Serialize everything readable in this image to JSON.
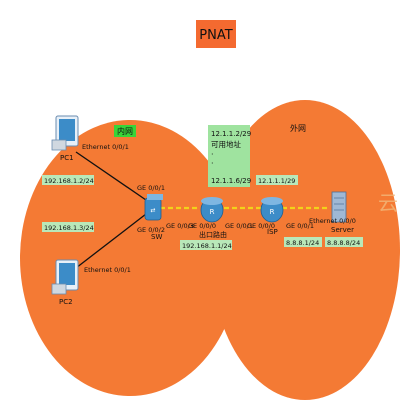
{
  "title": "PNAT",
  "zones": {
    "inner": "内网",
    "outer": "外网"
  },
  "devices": {
    "pc1": "PC1",
    "pc2": "PC2",
    "switch": "SW",
    "egress_router": "出口路由",
    "isp": "ISP",
    "server": "Server"
  },
  "interfaces": {
    "pc1_eth": "Ethernet 0/0/1",
    "pc2_eth": "Ethernet 0/0/1",
    "sw_ge001": "GE 0/0/1",
    "sw_ge002": "GE 0/0/2",
    "sw_ge003": "GE 0/0/3",
    "r_ge000": "GE 0/0/0",
    "r_ge001": "GE 0/0/1",
    "isp_ge000": "GE 0/0/0",
    "isp_ge001": "GE 0/0/1",
    "server_eth": "Ethernet 0/0/0"
  },
  "addresses": {
    "pc1": "192.168.1.2/24",
    "pc2": "192.168.1.3/24",
    "router_inside": "192.168.1.1/24",
    "pool_top": "12.1.1.2/29",
    "pool_label": "可用地址",
    "pool_dot1": "·",
    "pool_dot2": "·",
    "pool_bottom": "12.1.1.6/29",
    "isp_wan": "12.1.1.1/29",
    "isp_lan": "8.8.8.1/24",
    "server": "8.8.8.8/24"
  },
  "watermark": "云",
  "colors": {
    "zone_fill": "#F47A34",
    "title_bg": "#F46A30",
    "pool_bg": "#9FE39F",
    "label_bg": "#B9E8B9",
    "zone_tag_bg": "#38D438",
    "device_blue": "#3C8CC8",
    "link": "#111111"
  }
}
